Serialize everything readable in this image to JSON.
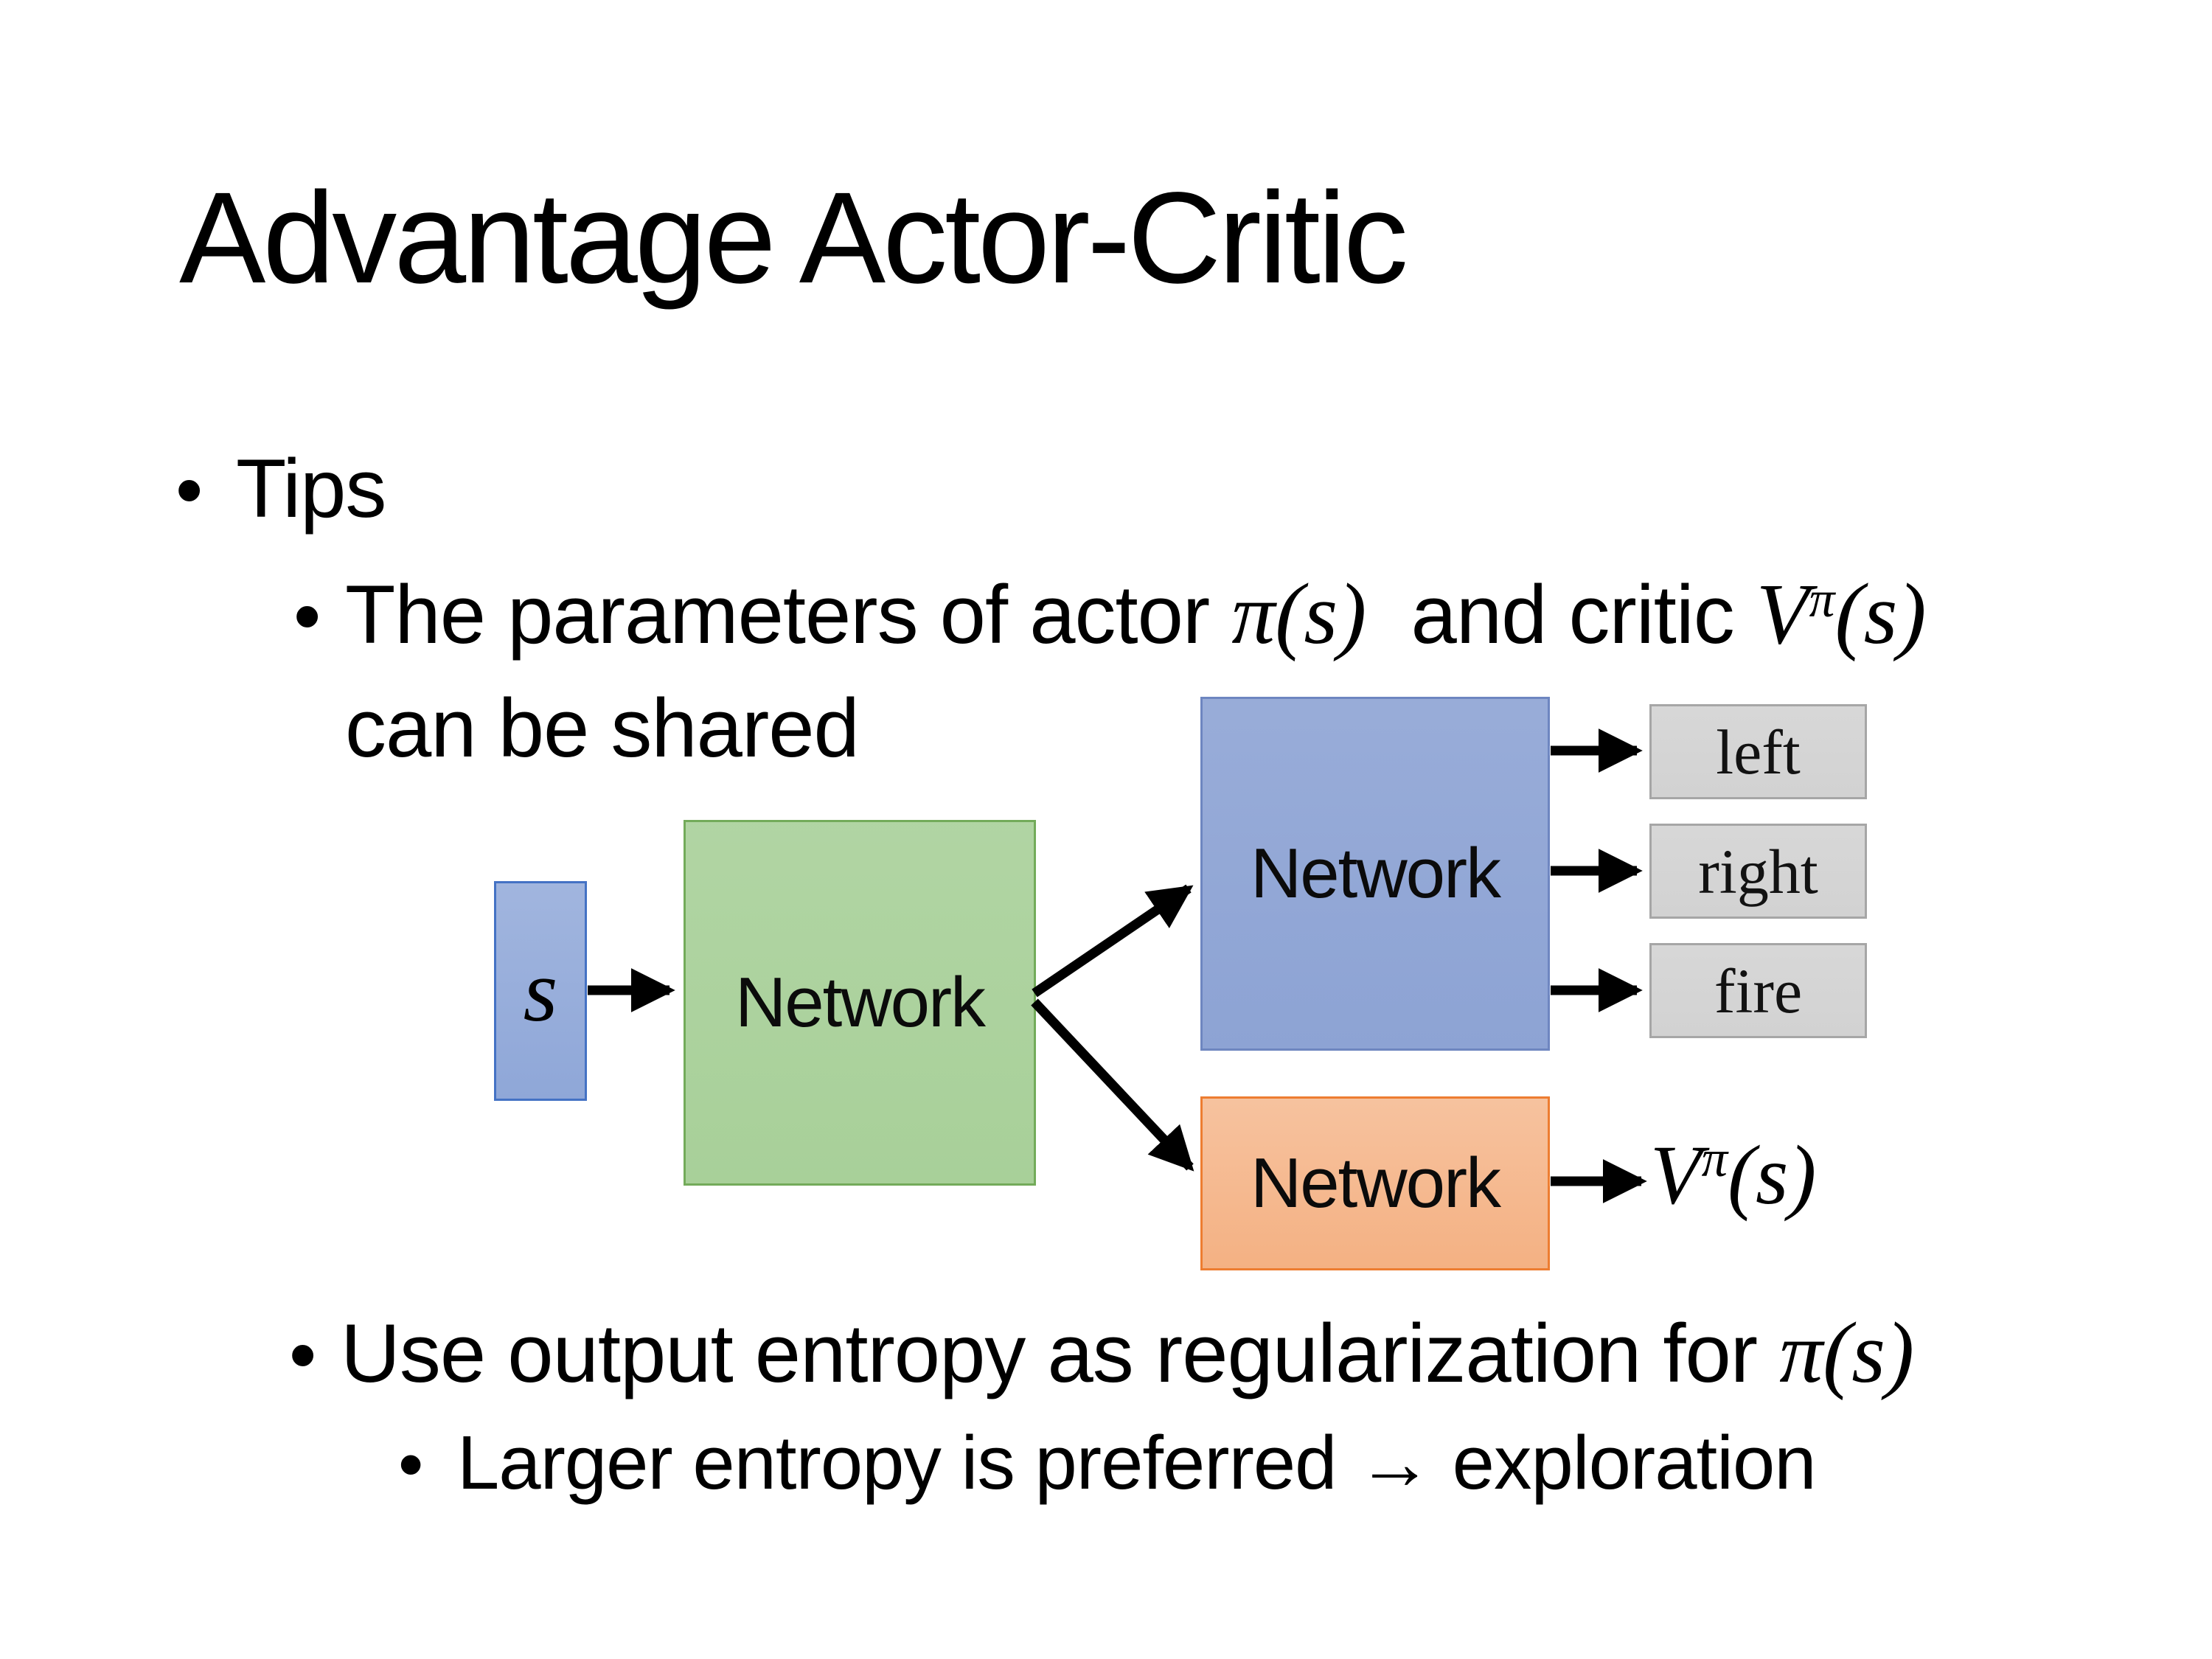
{
  "title": "Advantage Actor-Critic",
  "bullet_glyph": "•",
  "bullets": {
    "tips": "Tips",
    "b2_pre": "The parameters of actor ",
    "b2_pi": "π(s)",
    "b2_mid": "  and critic ",
    "b2_v": "V",
    "b2_v_sup": "π",
    "b2_v_args": "(s)",
    "b2_line2": "can be shared",
    "b3_pre": "Use output entropy as regularization for ",
    "b3_pi": "π(s)",
    "b4": "Larger entropy is preferred → exploration"
  },
  "diagram": {
    "input_label": "s",
    "shared_network_label": "Network",
    "actor_network_label": "Network",
    "critic_network_label": "Network",
    "actions": [
      "left",
      "right",
      "fire"
    ],
    "critic_output_v": "V",
    "critic_output_sup": "π",
    "critic_output_args": "(s)",
    "colors": {
      "input_fill": "#8fa7d8",
      "input_border": "#4472c4",
      "shared_fill": "#a8d099",
      "shared_border": "#73ab5a",
      "actor_fill": "#8da3d4",
      "actor_border": "#6e86c0",
      "critic_fill": "#f4b183",
      "critic_border": "#ed7d31",
      "action_fill": "#d2d2d2",
      "action_border": "#a6a6a6",
      "arrow": "#000000"
    }
  }
}
